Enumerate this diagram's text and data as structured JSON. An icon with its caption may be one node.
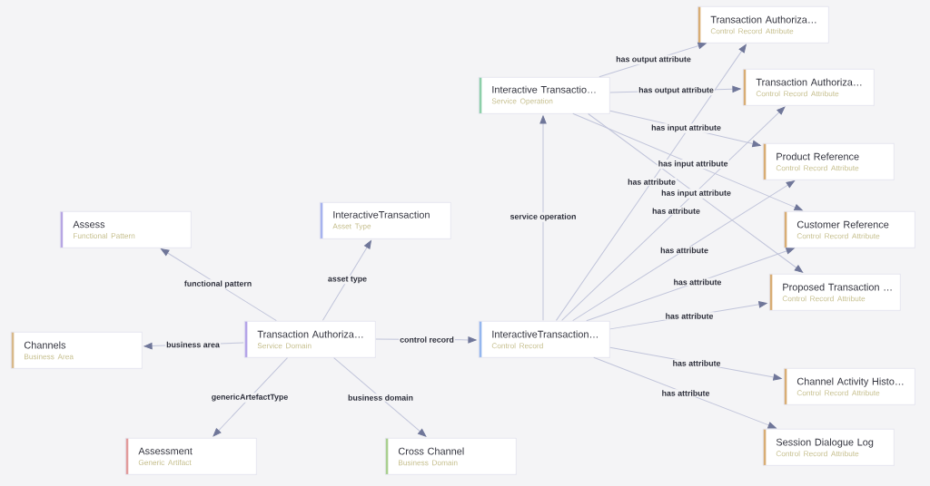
{
  "diagram": {
    "nodes": [
      {
        "text": [
          "Transaction Authoriza…",
          "Control Record Attribute"
        ]
      },
      {
        "text": [
          "Interactive Transactio…",
          "Service Operation"
        ]
      },
      {
        "text": [
          "Transaction Authoriza…",
          "Control Record Attribute"
        ]
      },
      {
        "text": [
          "Product Reference",
          "Control Record Attribute"
        ]
      },
      {
        "text": [
          "Assess",
          "Functional Pattern"
        ]
      },
      {
        "text": [
          "InteractiveTransaction",
          "Asset Type"
        ]
      },
      {
        "text": [
          "Customer Reference",
          "Control Record Attribute"
        ]
      },
      {
        "text": [
          "Proposed Transaction …",
          "Control Record Attribute"
        ]
      },
      {
        "text": [
          "Channels",
          "Business Area"
        ]
      },
      {
        "text": [
          "Transaction Authoriza…",
          "Service Domain"
        ]
      },
      {
        "text": [
          "InteractiveTransaction…",
          "Control Record"
        ]
      },
      {
        "text": [
          "Channel Activity Histo…",
          "Control Record Attribute"
        ]
      },
      {
        "text": [
          "Assessment",
          "Generic Artifact"
        ]
      },
      {
        "text": [
          "Cross Channel",
          "Business Domain"
        ]
      },
      {
        "text": [
          "Session Dialogue Log",
          "Control Record Attribute"
        ]
      }
    ],
    "edges": [
      {
        "from": 9,
        "to": 4,
        "arrow": "to",
        "label": "functional pattern"
      },
      {
        "from": 9,
        "to": 5,
        "arrow": "to",
        "label": "asset type"
      },
      {
        "from": 9,
        "to": 8,
        "arrow": "to",
        "label": "business area"
      },
      {
        "from": 9,
        "to": 10,
        "arrow": "to",
        "label": "control record"
      },
      {
        "from": 9,
        "to": 12,
        "arrow": "to",
        "label": "genericArtefactType"
      },
      {
        "from": 9,
        "to": 13,
        "arrow": "to",
        "label": "business domain"
      },
      {
        "from": 10,
        "to": 1,
        "arrow": "to",
        "label": "service operation"
      },
      {
        "from": 1,
        "to": 0,
        "arrow": "to",
        "label": "has output attribute"
      },
      {
        "from": 1,
        "to": 2,
        "arrow": "to",
        "label": "has output attribute"
      },
      {
        "from": 1,
        "to": 3,
        "arrow": "to",
        "label": "has input attribute"
      },
      {
        "from": 1,
        "to": 6,
        "arrow": "to",
        "label": "has input attribute"
      },
      {
        "from": 1,
        "to": 7,
        "arrow": "to",
        "label": "has input attribute"
      },
      {
        "from": 10,
        "to": 0,
        "arrow": "to",
        "label": "has attribute"
      },
      {
        "from": 10,
        "to": 2,
        "arrow": "to",
        "label": "has attribute"
      },
      {
        "from": 10,
        "to": 3,
        "arrow": "to",
        "label": "has attribute"
      },
      {
        "from": 10,
        "to": 6,
        "arrow": "to",
        "label": "has attribute"
      },
      {
        "from": 10,
        "to": 7,
        "arrow": "to",
        "label": "has attribute"
      },
      {
        "from": 10,
        "to": 11,
        "arrow": "to",
        "label": "has attribute"
      },
      {
        "from": 10,
        "to": 14,
        "arrow": "to",
        "label": "has attribute"
      }
    ]
  }
}
